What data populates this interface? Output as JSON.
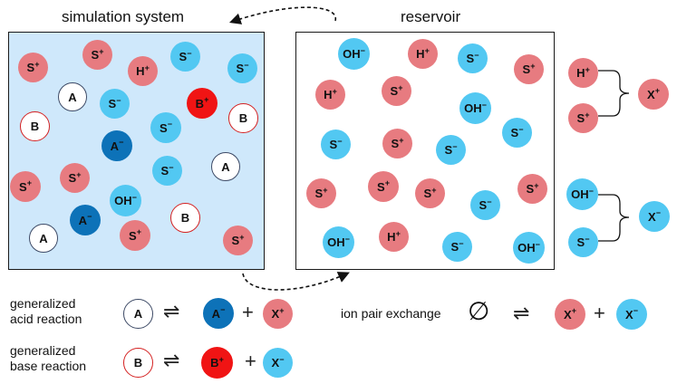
{
  "titles": {
    "simulation": "simulation system",
    "reservoir": "reservoir"
  },
  "colors": {
    "cation": "#e77b80",
    "anion": "#52c8f2",
    "deprotonated_acid": "#0d72b8",
    "protonated_base": "#f01414",
    "simulation_bg": "#cfe8fb"
  },
  "labels": {
    "s_plus": "S",
    "s_minus": "S",
    "h_plus": "H",
    "oh_minus": "OH",
    "a": "A",
    "a_minus": "A",
    "b": "B",
    "b_plus": "B",
    "x_plus": "X",
    "x_minus": "X",
    "plus_sign": "+",
    "minus_sign": "−"
  },
  "legend": {
    "acid_line1": "generalized",
    "acid_line2": "acid reaction",
    "base_line1": "generalized",
    "base_line2": "base reaction",
    "ion_exchange": "ion pair exchange",
    "empty_set": "∅",
    "equilibrium": "⇌",
    "plus": "+"
  }
}
